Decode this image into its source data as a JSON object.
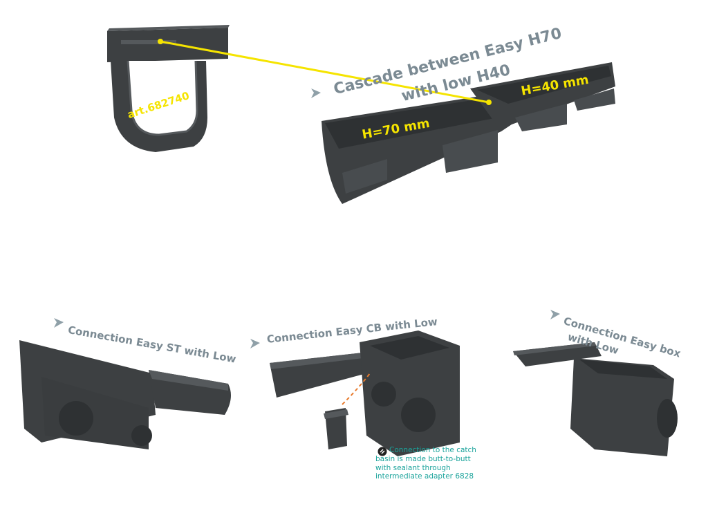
{
  "top": {
    "article_label": "art.682740",
    "cascade_title_line1": "Cascade between Easy H70",
    "cascade_title_line2": "with low H40",
    "h70_label": "H=70 mm",
    "h40_label": "H=40 mm"
  },
  "bottom": {
    "conn_st": "Connection Easy ST with Low",
    "conn_cb": "Connection Easy CB with Low",
    "conn_box_line1": "Connection Easy box",
    "conn_box_line2": "with Low",
    "note_line1": "Connection to the catch",
    "note_line2": "basin is made butt-to-butt",
    "note_line3": "with sealant through",
    "note_line4": "intermediate adapter 6828"
  },
  "colors": {
    "product": "#3d4042",
    "product_light": "#55595c",
    "label": "#7b8a93",
    "highlight": "#f5e400",
    "note": "#1aa39b",
    "dashed_arrow": "#e87a2c"
  },
  "icons": [
    "arrow-bullet-icon",
    "link-icon"
  ]
}
